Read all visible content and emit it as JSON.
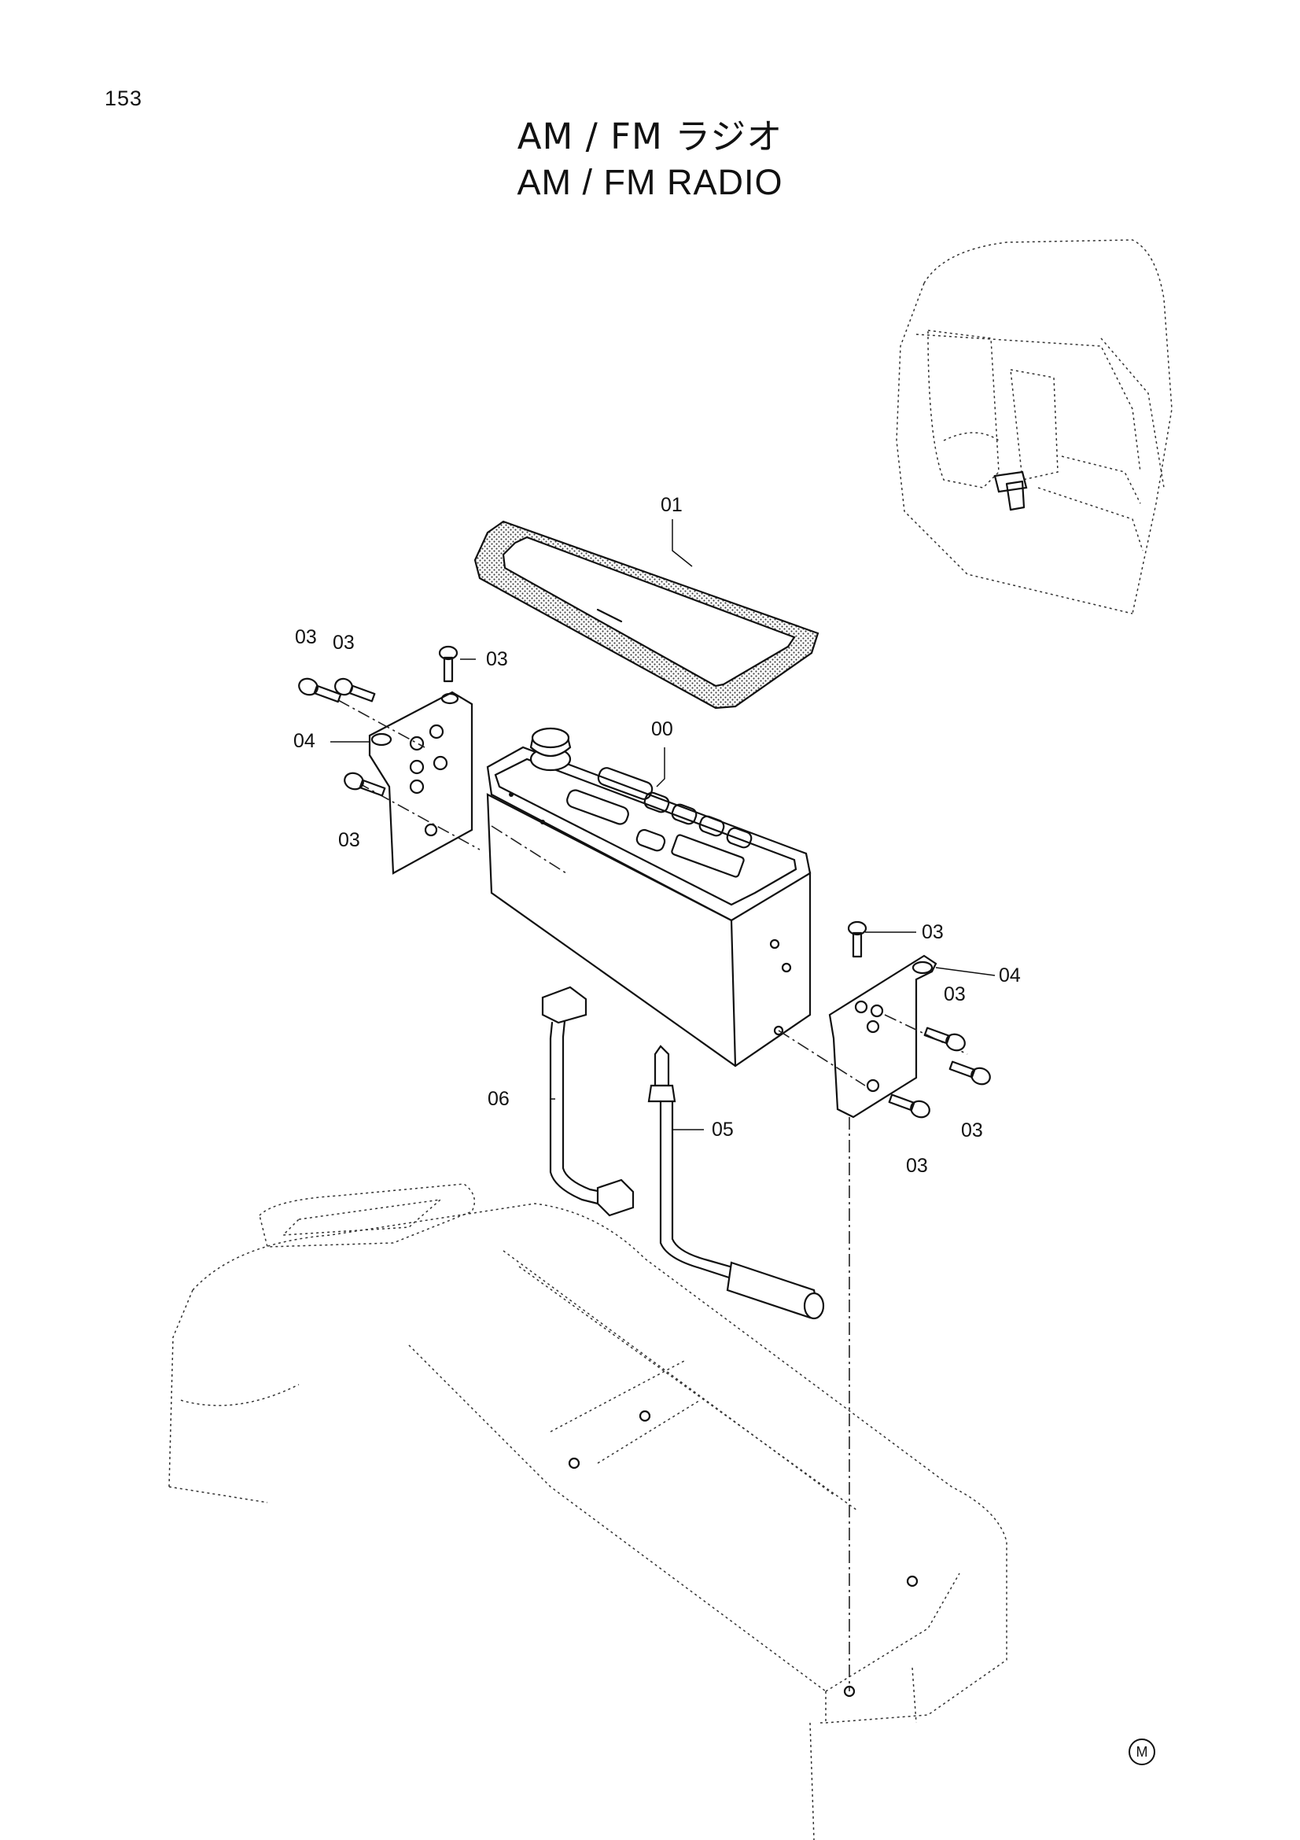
{
  "page_number": "153",
  "title": {
    "japanese": "AM / FM ラジオ",
    "english": "AM / FM RADIO"
  },
  "callouts": {
    "radio": "00",
    "frame": "01",
    "screw": "03",
    "bracket": "04",
    "antenna_cable": "05",
    "harness": "06"
  },
  "corner_mark": "M"
}
